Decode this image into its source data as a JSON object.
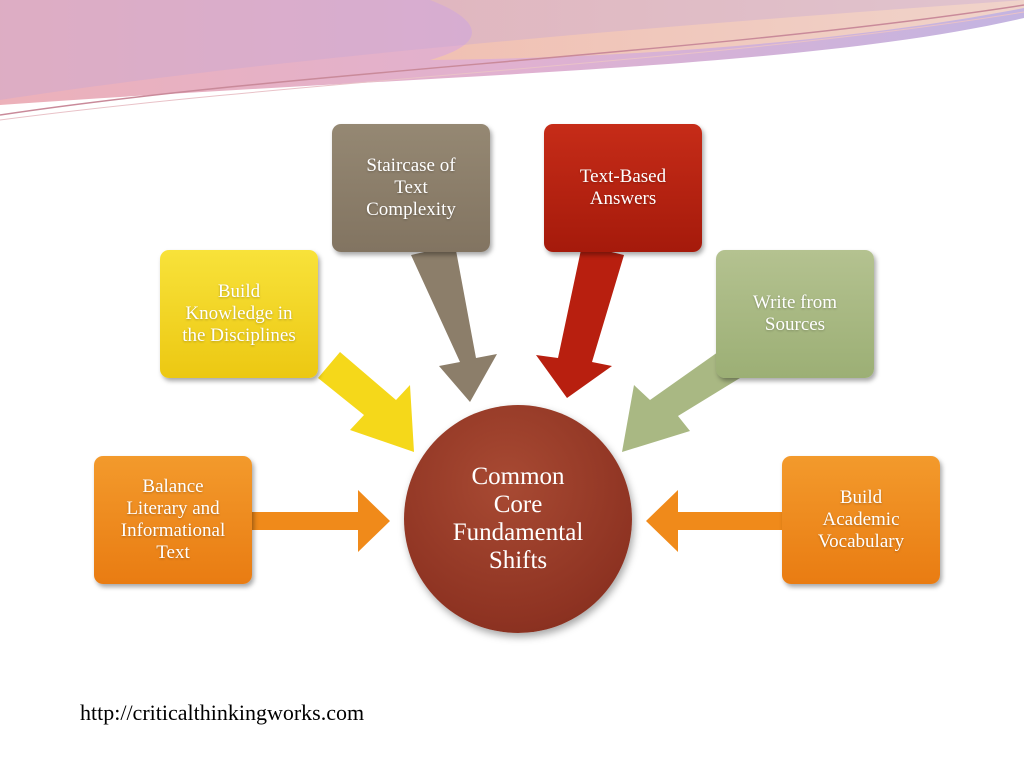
{
  "center": {
    "label": "Common\nCore\nFundamental\nShifts",
    "color": "#933322"
  },
  "boxes": {
    "balance": {
      "label": "Balance\nLiterary and\nInformational\nText",
      "color": "#f08a1a"
    },
    "knowledge": {
      "label": "Build\nKnowledge in\nthe Disciplines",
      "color": "#f5d81a"
    },
    "staircase": {
      "label": "Staircase of\nText\nComplexity",
      "color": "#8c7e6a"
    },
    "textbased": {
      "label": "Text-Based\nAnswers",
      "color": "#b81f0f"
    },
    "write": {
      "label": "Write from\nSources",
      "color": "#a9b883"
    },
    "vocab": {
      "label": "Build\nAcademic\nVocabulary",
      "color": "#f08a1a"
    }
  },
  "source_url": "http://criticalthinkingworks.com"
}
